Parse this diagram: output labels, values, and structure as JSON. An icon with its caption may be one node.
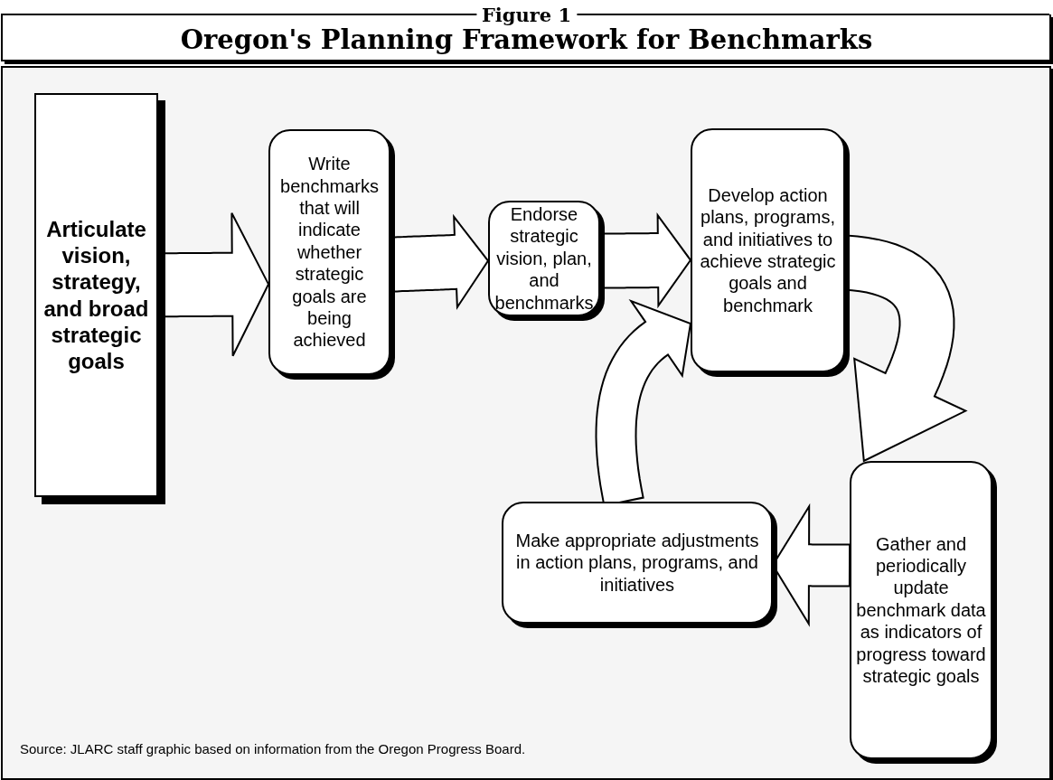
{
  "diagram": {
    "title": "Oregon's Planning Framework for Benchmarks",
    "caption": "Source:  JLARC staff graphic based on information from the Oregon Progress Board.",
    "labels": [
      "Figure 1"
    ],
    "nodes": [
      {
        "text": [
          "Articulate vision, strategy, and broad strategic goals"
        ]
      },
      {
        "text": [
          "Write benchmarks that will indicate whether strategic goals are being achieved"
        ]
      },
      {
        "text": [
          "Endorse strategic vision, plan, and benchmarks"
        ]
      },
      {
        "text": [
          "Develop action plans, programs, and initiatives to achieve strategic goals and benchmark"
        ]
      },
      {
        "text": [
          "Gather and periodically update benchmark data as indicators of progress toward strategic goals"
        ]
      },
      {
        "text": [
          "Make appropriate adjustments in action plans, programs, and initiatives"
        ]
      }
    ],
    "edges": [
      {
        "from": 0,
        "to": 1,
        "arrow": "to",
        "style": "thick"
      },
      {
        "from": 1,
        "to": 2,
        "arrow": "to",
        "style": "thick"
      },
      {
        "from": 2,
        "to": 3,
        "arrow": "to",
        "style": "thick"
      },
      {
        "from": 3,
        "to": 4,
        "arrow": "to",
        "style": "thick"
      },
      {
        "from": 4,
        "to": 5,
        "arrow": "to",
        "style": "thick"
      },
      {
        "from": 5,
        "to": 3,
        "arrow": "to",
        "style": "thick"
      }
    ]
  }
}
